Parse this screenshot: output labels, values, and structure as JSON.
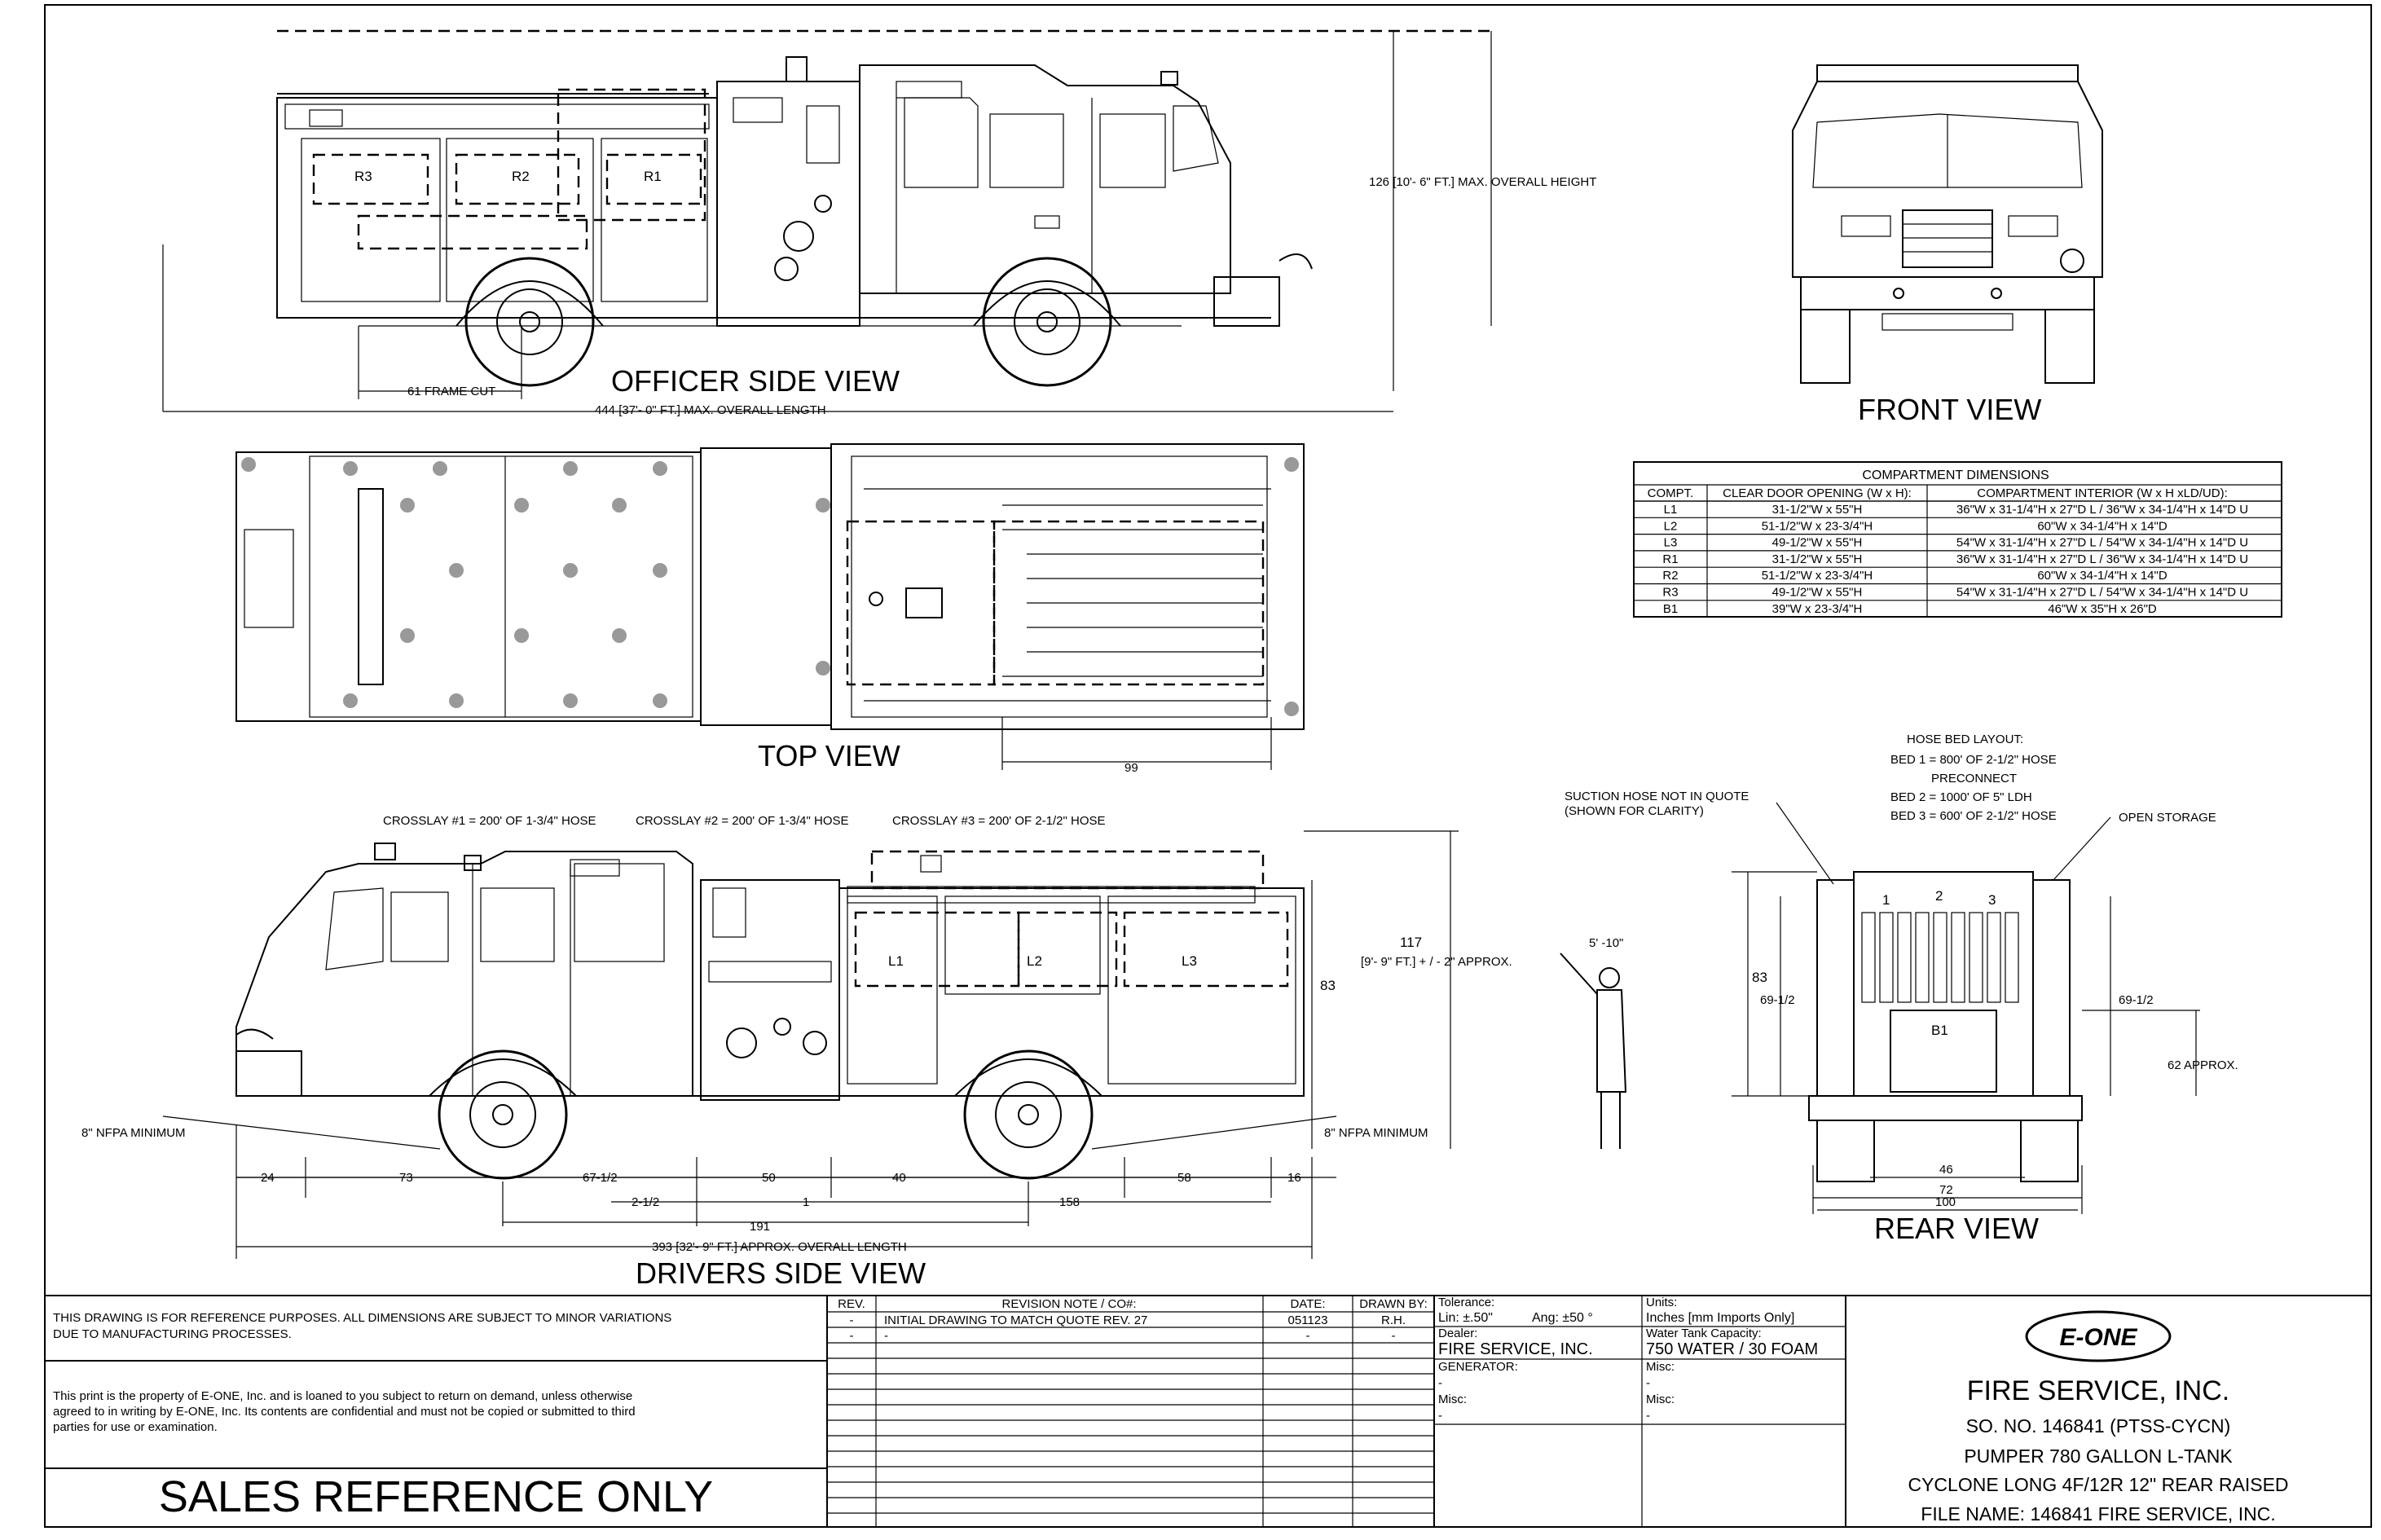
{
  "views": {
    "officer_side": "OFFICER SIDE VIEW",
    "front": "FRONT VIEW",
    "top": "TOP VIEW",
    "drivers_side": "DRIVERS SIDE VIEW",
    "rear": "REAR VIEW"
  },
  "officer_dims": {
    "height": "126 [10'- 6\" FT.] MAX. OVERALL HEIGHT",
    "frame_cut": "61 FRAME CUT",
    "length": "444 [37'- 0\" FT.] MAX. OVERALL LENGTH",
    "compartments": [
      "R3",
      "R2",
      "R1"
    ]
  },
  "top_dims": {
    "d99": "99"
  },
  "compartment_table": {
    "title": "COMPARTMENT DIMENSIONS",
    "headers": [
      "COMPT.",
      "CLEAR DOOR OPENING (W x H):",
      "COMPARTMENT INTERIOR (W x H xLD/UD):"
    ],
    "rows": [
      [
        "L1",
        "31-1/2\"W x 55\"H",
        "36\"W x 31-1/4\"H x 27\"D L / 36\"W x 34-1/4\"H x 14\"D U"
      ],
      [
        "L2",
        "51-1/2\"W x 23-3/4\"H",
        "60\"W x 34-1/4\"H x 14\"D"
      ],
      [
        "L3",
        "49-1/2\"W x 55\"H",
        "54\"W x 31-1/4\"H x 27\"D L / 54\"W x 34-1/4\"H x 14\"D U"
      ],
      [
        "R1",
        "31-1/2\"W x 55\"H",
        "36\"W x 31-1/4\"H x 27\"D L / 36\"W x 34-1/4\"H x 14\"D U"
      ],
      [
        "R2",
        "51-1/2\"W x 23-3/4\"H",
        "60\"W x 34-1/4\"H x 14\"D"
      ],
      [
        "R3",
        "49-1/2\"W x 55\"H",
        "54\"W x 31-1/4\"H x 27\"D L / 54\"W x 34-1/4\"H x 14\"D U"
      ],
      [
        "B1",
        "39\"W x 23-3/4\"H",
        "46\"W x 35\"H x 26\"D"
      ]
    ]
  },
  "hose_bed": {
    "title": "HOSE BED LAYOUT:",
    "lines": [
      "BED 1 = 800' OF 2-1/2\" HOSE",
      "PRECONNECT",
      "BED 2 = 1000' OF 5\" LDH",
      "BED 3 = 600' OF 2-1/2\" HOSE"
    ],
    "suction1": "SUCTION HOSE NOT IN QUOTE",
    "suction2": "(SHOWN FOR CLARITY)",
    "open_storage": "OPEN STORAGE",
    "bed_numbers": [
      "1",
      "2",
      "3"
    ]
  },
  "crosslays": [
    "CROSSLAY #1 = 200' OF 1-3/4\" HOSE",
    "CROSSLAY #2 = 200' OF 1-3/4\" HOSE",
    "CROSSLAY #3 = 200' OF 2-1/2\" HOSE"
  ],
  "drivers_dims": {
    "compartments": [
      "L1",
      "L2",
      "L3"
    ],
    "h117": "117",
    "h117b": "[9'- 9\" FT.] + / - 2\" APPROX.",
    "h83": "83",
    "nfpa_left": "8\" NFPA MINIMUM",
    "nfpa_right": "8\" NFPA MINIMUM",
    "d24": "24",
    "d73": "73",
    "d67": "67-1/2",
    "d50": "50",
    "d40": "40",
    "d58": "58",
    "d16": "16",
    "d212": "2-1/2",
    "d1": "1",
    "d158": "158",
    "d191": "191",
    "length": "393 [32'- 9\" FT.] APPROX. OVERALL LENGTH",
    "figure_height": "5' -10\""
  },
  "rear_dims": {
    "d83": "83",
    "d69l": "69-1/2",
    "d69r": "69-1/2",
    "d62": "62 APPROX.",
    "d46": "46",
    "d72": "72",
    "d100": "100",
    "b1": "B1",
    "logo": "E-ONE"
  },
  "title_block": {
    "note1": "THIS DRAWING IS FOR REFERENCE PURPOSES. ALL DIMENSIONS ARE SUBJECT TO MINOR VARIATIONS",
    "note1b": "DUE TO MANUFACTURING PROCESSES.",
    "note2a": "This print is the property of E-ONE, Inc. and is loaned to you subject to return on demand, unless otherwise",
    "note2b": "agreed to in writing by E-ONE, Inc. Its contents are confidential and must not be copied or submitted to third",
    "note2c": "parties for use or examination.",
    "sales": "SALES REFERENCE ONLY",
    "rev_headers": [
      "REV.",
      "REVISION NOTE / CO#:",
      "DATE:",
      "DRAWN BY:"
    ],
    "rev_rows": [
      [
        "-",
        "INITIAL DRAWING TO MATCH QUOTE REV. 27",
        "051123",
        "R.H."
      ],
      [
        "-",
        "-",
        "-",
        "-"
      ]
    ],
    "tolerance_label": "Tolerance:",
    "tolerance_lin": "Lin: ±.50\"",
    "tolerance_ang": "Ang: ±50 °",
    "units_label": "Units:",
    "units": "Inches [mm Imports Only]",
    "dealer_label": "Dealer:",
    "dealer": "FIRE SERVICE, INC.",
    "tank_label": "Water Tank Capacity:",
    "tank": "750 WATER / 30 FOAM",
    "generator_label": "GENERATOR:",
    "generator": "-",
    "misc1_label": "Misc:",
    "misc1": "-",
    "misc2_label": "Misc:",
    "misc2": "-",
    "misc3_label": "Misc:",
    "misc3": "-",
    "logo": "E-ONE",
    "customer": "FIRE SERVICE, INC.",
    "so": "SO. NO. 146841 (PTSS-CYCN)",
    "model": "PUMPER 780 GALLON L-TANK",
    "chassis": "CYCLONE LONG 4F/12R 12\" REAR RAISED",
    "file": "FILE NAME: 146841 FIRE SERVICE, INC."
  }
}
